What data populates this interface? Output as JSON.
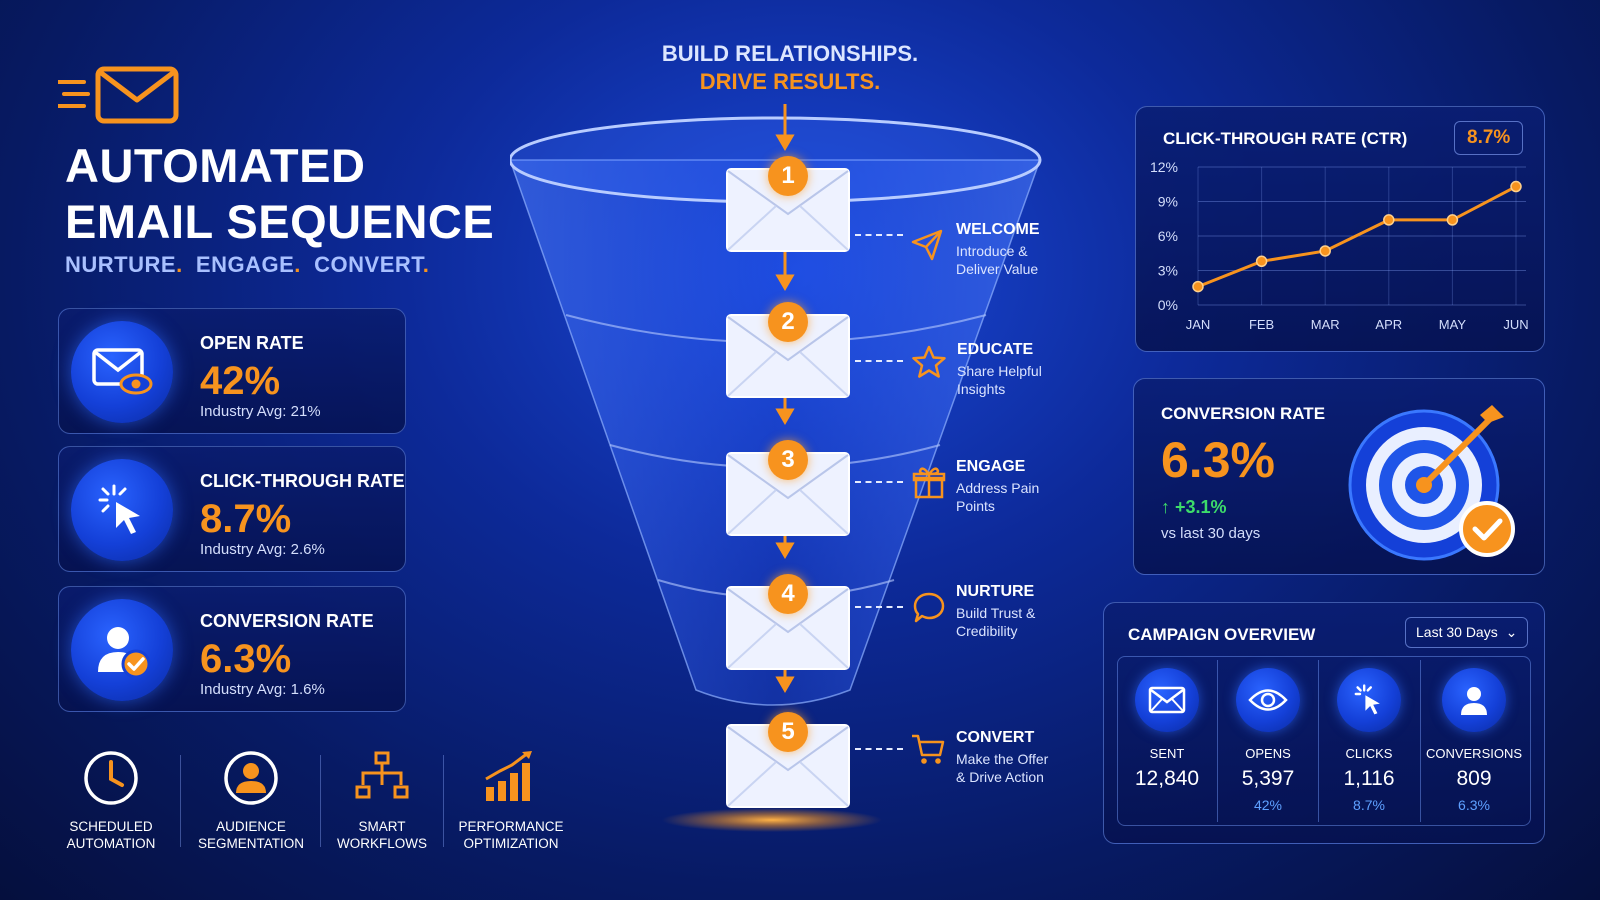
{
  "header": {
    "title_line1": "AUTOMATED",
    "title_line2": "EMAIL SEQUENCE",
    "tagline": [
      "NURTURE",
      "ENGAGE",
      "CONVERT"
    ]
  },
  "metrics": [
    {
      "label": "OPEN RATE",
      "value": "42%",
      "sub": "Industry Avg: 21%",
      "icon": "envelope-eye-icon"
    },
    {
      "label": "CLICK-THROUGH RATE",
      "value": "8.7%",
      "sub": "Industry Avg: 2.6%",
      "icon": "cursor-click-icon"
    },
    {
      "label": "CONVERSION RATE",
      "value": "6.3%",
      "sub": "Industry Avg: 1.6%",
      "icon": "user-check-icon"
    }
  ],
  "features": [
    {
      "line1": "SCHEDULED",
      "line2": "AUTOMATION",
      "icon": "clock-icon"
    },
    {
      "line1": "AUDIENCE",
      "line2": "SEGMENTATION",
      "icon": "user-icon"
    },
    {
      "line1": "SMART",
      "line2": "WORKFLOWS",
      "icon": "workflow-icon"
    },
    {
      "line1": "PERFORMANCE",
      "line2": "OPTIMIZATION",
      "icon": "growth-chart-icon"
    }
  ],
  "funnel": {
    "headline_line1": "BUILD RELATIONSHIPS.",
    "headline_line2": "DRIVE RESULTS.",
    "steps": [
      {
        "num": "1",
        "title": "WELCOME",
        "desc1": "Introduce &",
        "desc2": "Deliver Value",
        "icon": "paper-plane-icon"
      },
      {
        "num": "2",
        "title": "EDUCATE",
        "desc1": "Share Helpful",
        "desc2": "Insights",
        "icon": "star-icon"
      },
      {
        "num": "3",
        "title": "ENGAGE",
        "desc1": "Address Pain",
        "desc2": "Points",
        "icon": "gift-icon"
      },
      {
        "num": "4",
        "title": "NURTURE",
        "desc1": "Build Trust &",
        "desc2": "Credibility",
        "icon": "chat-bubble-icon"
      },
      {
        "num": "5",
        "title": "CONVERT",
        "desc1": "Make the Offer",
        "desc2": "& Drive Action",
        "icon": "shopping-cart-icon"
      }
    ]
  },
  "ctr": {
    "title": "CLICK-THROUGH RATE (CTR)",
    "badge": "8.7%"
  },
  "chart_data": {
    "type": "line",
    "title": "CLICK-THROUGH RATE (CTR)",
    "categories": [
      "JAN",
      "FEB",
      "MAR",
      "APR",
      "MAY",
      "JUN"
    ],
    "series": [
      {
        "values": [
          1.6,
          3.8,
          4.7,
          7.4,
          7.4,
          10.3
        ]
      }
    ],
    "yticks": [
      "0%",
      "3%",
      "6%",
      "9%",
      "12%"
    ],
    "ylim": [
      0,
      12
    ],
    "grid": true,
    "color": "#f7931e"
  },
  "conversion": {
    "title": "CONVERSION RATE",
    "value": "6.3%",
    "change": "+3.1%",
    "period": "vs last 30 days",
    "icon": "target-check-icon"
  },
  "campaign": {
    "title": "CAMPAIGN OVERVIEW",
    "dropdown": "Last 30 Days",
    "stats": [
      {
        "label": "SENT",
        "value": "12,840",
        "pct": "",
        "icon": "envelope-icon"
      },
      {
        "label": "OPENS",
        "value": "5,397",
        "pct": "42%",
        "icon": "eye-icon"
      },
      {
        "label": "CLICKS",
        "value": "1,116",
        "pct": "8.7%",
        "icon": "cursor-click-icon"
      },
      {
        "label": "CONVERSIONS",
        "value": "809",
        "pct": "6.3%",
        "icon": "user-icon"
      }
    ]
  },
  "colors": {
    "accent": "#f7931e",
    "positive": "#3ddc6a",
    "link": "#5ea0ff"
  }
}
